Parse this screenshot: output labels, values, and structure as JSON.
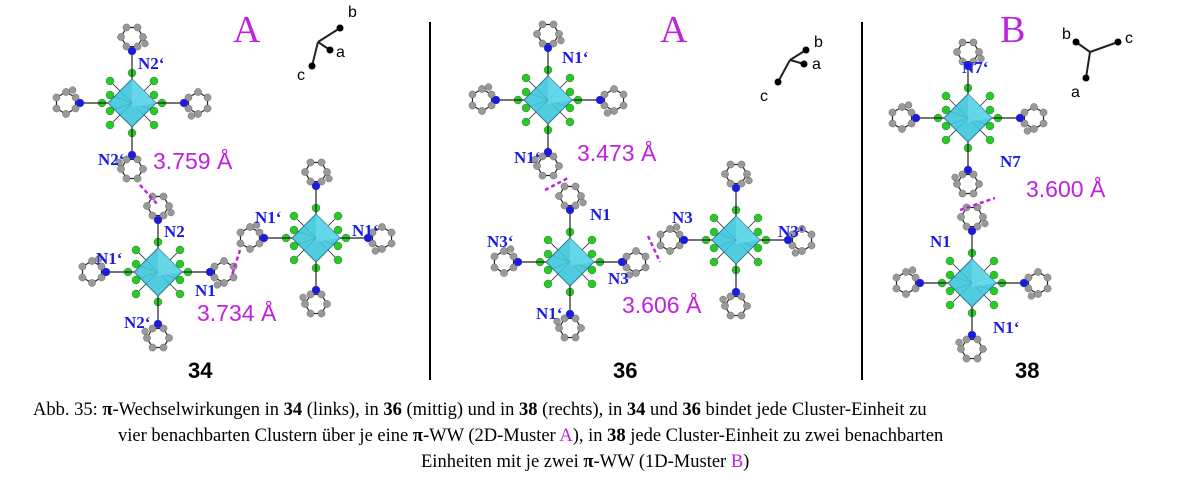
{
  "panels": [
    {
      "compound": "34",
      "pattern": "A",
      "axes": [
        "b",
        "a",
        "c"
      ],
      "atom_labels": [
        "N2‘",
        "N2‘",
        "N2",
        "N1‘",
        "N1",
        "N2‘",
        "N1‘",
        "N1‘"
      ],
      "distances": [
        "3.759 Å",
        "3.734 Å"
      ]
    },
    {
      "compound": "36",
      "pattern": "A",
      "axes": [
        "b",
        "a",
        "c"
      ],
      "atom_labels": [
        "N1‘",
        "N1‘",
        "N1",
        "N3‘",
        "N3",
        "N3",
        "N3‘",
        "N1‘"
      ],
      "distances": [
        "3.473 Å",
        "3.606 Å"
      ]
    },
    {
      "compound": "38",
      "pattern": "B",
      "axes": [
        "b",
        "c",
        "a"
      ],
      "atom_labels": [
        "N7‘",
        "N7",
        "N1",
        "N1‘"
      ],
      "distances": [
        "3.600 Å"
      ]
    }
  ],
  "caption": {
    "l1a": "Abb. 35: ",
    "pi": "π",
    "l1b": "-Wechselwirkungen in ",
    "c34": "34",
    "l1c": " (links), in ",
    "c36": "36",
    "l1d": " (mittig) und in ",
    "c38": "38",
    "l1e": " (rechts), in ",
    "l1f": " und ",
    "l1g": " bindet jede Cluster-Einheit zu",
    "l2a": "vier benachbarten Clustern über je eine ",
    "l2b": "-WW (2D-Muster ",
    "A": "A",
    "l2c": "), in ",
    "l2d": " jede Cluster-Einheit zu zwei benachbarten",
    "l3a": "Einheiten mit je zwei ",
    "l3b": "-WW (1D-Muster ",
    "B": "B",
    "l3c": ")"
  },
  "colors": {
    "nitrogen": "#1a1ae6",
    "chlorine": "#22cc22",
    "carbon": "#999999",
    "metal": "#3ec6dc",
    "annotation": "#c020e0"
  }
}
